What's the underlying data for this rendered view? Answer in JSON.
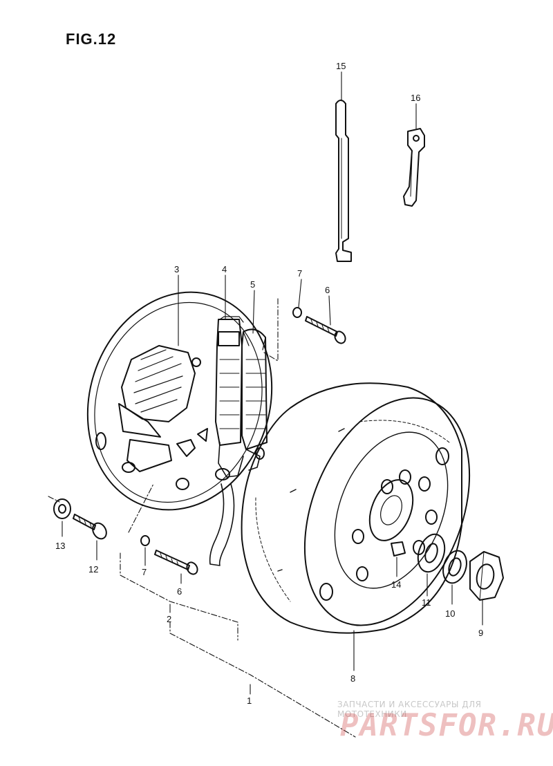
{
  "figure": {
    "title": "FIG.12"
  },
  "callouts": [
    {
      "id": "1",
      "text": "1"
    },
    {
      "id": "2",
      "text": "2"
    },
    {
      "id": "3",
      "text": "3"
    },
    {
      "id": "4",
      "text": "4"
    },
    {
      "id": "5",
      "text": "5"
    },
    {
      "id": "6a",
      "text": "6"
    },
    {
      "id": "6b",
      "text": "6"
    },
    {
      "id": "7a",
      "text": "7"
    },
    {
      "id": "7b",
      "text": "7"
    },
    {
      "id": "8",
      "text": "8"
    },
    {
      "id": "9",
      "text": "9"
    },
    {
      "id": "10",
      "text": "10"
    },
    {
      "id": "11",
      "text": "11"
    },
    {
      "id": "12",
      "text": "12"
    },
    {
      "id": "13",
      "text": "13"
    },
    {
      "id": "14",
      "text": "14"
    },
    {
      "id": "15",
      "text": "15"
    },
    {
      "id": "16",
      "text": "16"
    }
  ],
  "watermark": {
    "tagline": "ЗАПЧАСТИ И АКСЕССУАРЫ ДЛЯ МОТОТЕХНИКИ",
    "brand": "PARTSFOR.RU",
    "color": "#c83232"
  }
}
